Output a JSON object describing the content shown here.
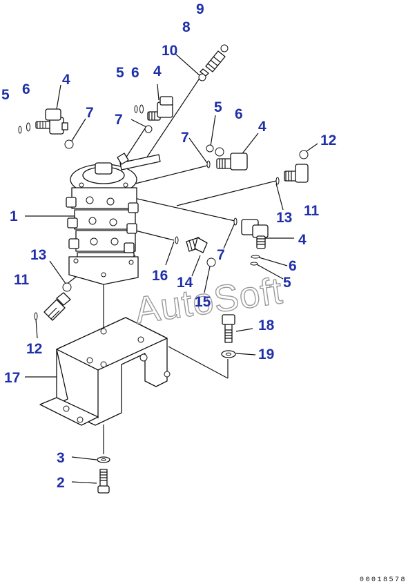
{
  "callouts": {
    "c1": "1",
    "c2": "2",
    "c3": "3",
    "c4a": "4",
    "c4b": "4",
    "c4c": "4",
    "c4d": "4",
    "c5a": "5",
    "c5b": "5",
    "c5c": "5",
    "c5d": "5",
    "c6a": "6",
    "c6b": "6",
    "c6c": "6",
    "c6d": "6",
    "c7a": "7",
    "c7b": "7",
    "c7c": "7",
    "c7d": "7",
    "c8": "8",
    "c9": "9",
    "c10": "10",
    "c11a": "11",
    "c11b": "11",
    "c12a": "12",
    "c12b": "12",
    "c13a": "13",
    "c13b": "13",
    "c14": "14",
    "c15": "15",
    "c16": "16",
    "c17": "17",
    "c18": "18",
    "c19": "19"
  },
  "watermark": "AutoSoft",
  "document_number": "00018578",
  "colors": {
    "callout": "#1f2fa8",
    "line": "#111111",
    "watermark": "#9a9a9a"
  }
}
